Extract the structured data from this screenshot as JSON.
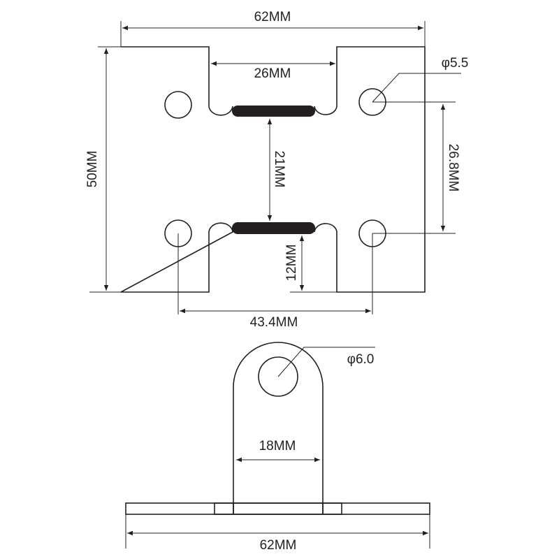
{
  "top_view": {
    "overall_width": "62MM",
    "overall_height": "50MM",
    "notch_width": "26MM",
    "slot_gap": "21MM",
    "hole_vertical_spacing": "26.8MM",
    "notch_depth": "12MM",
    "hole_horizontal_spacing": "43.4MM",
    "hole_diameter": "φ5.5"
  },
  "side_view": {
    "tab_width": "18MM",
    "base_width": "62MM",
    "tab_hole_diameter": "φ6.0"
  },
  "colors": {
    "line": "#231f20",
    "background": "#ffffff"
  }
}
